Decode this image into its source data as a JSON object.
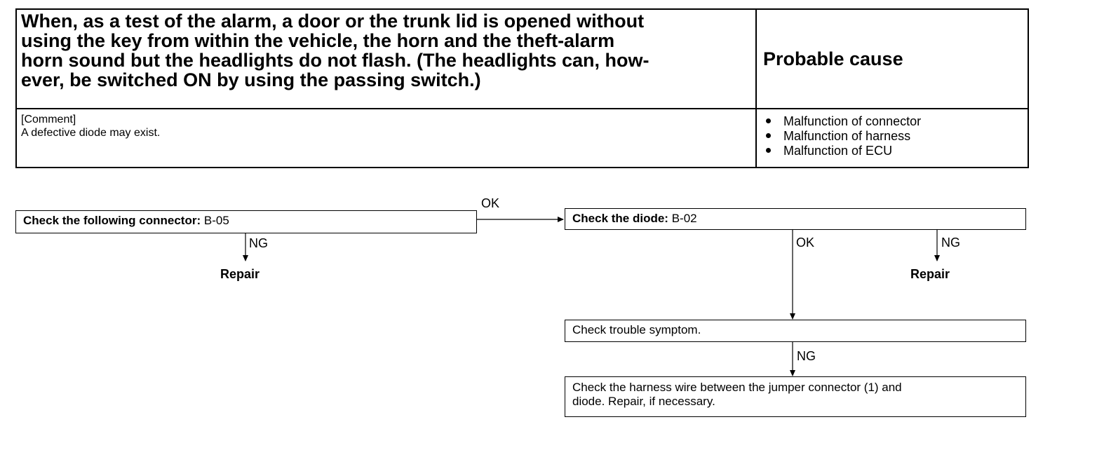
{
  "header": {
    "symptom_lines": [
      "When, as a test of the alarm, a door or the trunk lid is opened without",
      "using the key from within the vehicle, the horn and the theft-alarm",
      "horn sound but the headlights do not flash. (The headlights can, how-",
      "ever, be switched ON by using the passing switch.)"
    ],
    "cause_heading": "Probable cause",
    "comment_label": "[Comment]",
    "comment_text": "A defective diode may exist.",
    "causes": [
      "Malfunction of connector",
      "Malfunction of harness",
      "Malfunction of ECU"
    ]
  },
  "flow": {
    "step1_prefix": "Check the following connector:",
    "step1_code": "B-05",
    "step1_ok": "OK",
    "step1_ng": "NG",
    "step1_ng_action": "Repair",
    "step2_prefix": "Check the diode:",
    "step2_code": "B-02",
    "step2_ok": "OK",
    "step2_ng": "NG",
    "step2_ng_action": "Repair",
    "step3_text": "Check trouble symptom.",
    "step3_ng": "NG",
    "step4_line1": "Check the harness wire between the jumper connector (1) and",
    "step4_line2": "diode. Repair, if necessary."
  }
}
